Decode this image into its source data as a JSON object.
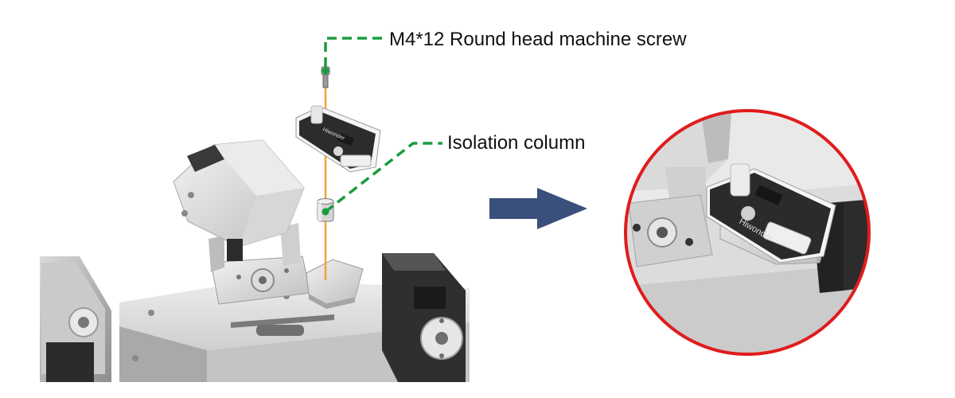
{
  "callouts": {
    "screw": "M4*12 Round head machine screw",
    "column": "Isolation column"
  },
  "pcb_brand": "Hiwonder",
  "colors": {
    "leader_line": "#1a9c3e",
    "screw_axis": "#f2a23a",
    "arrow": "#3a4f7a",
    "zoom_ring": "#e01c1c"
  }
}
